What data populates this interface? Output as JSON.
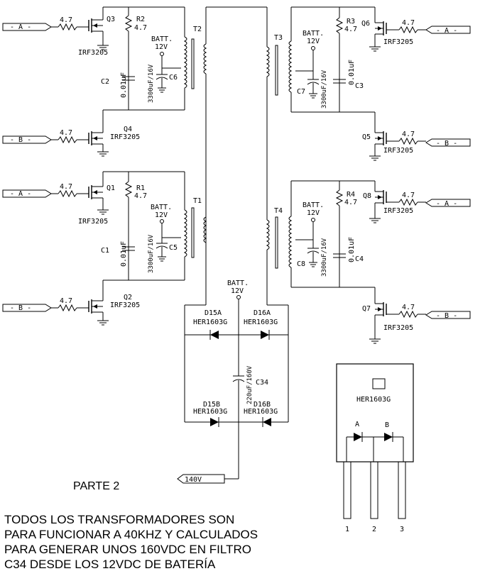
{
  "ports": {
    "a": "- A -",
    "b": "- B -",
    "out": "140V"
  },
  "labels": {
    "gate_resistor": "4.7",
    "mosfet_part": "IRF3205",
    "batt_line1": "BATT.",
    "batt_line2": "12V",
    "snubber_cap": "0.01uF",
    "bulk_cap": "3300uF/16V",
    "filter_cap": "220uF/160V",
    "diode_part": "HER1603G"
  },
  "designators": {
    "q": [
      "Q1",
      "Q2",
      "Q3",
      "Q4",
      "Q5",
      "Q6",
      "Q7",
      "Q8"
    ],
    "r": [
      "R1",
      "R2",
      "R3",
      "R4"
    ],
    "c": [
      "C1",
      "C2",
      "C3",
      "C4",
      "C5",
      "C6",
      "C7",
      "C8",
      "C34"
    ],
    "t": [
      "T1",
      "T2",
      "T3",
      "T4"
    ],
    "d": [
      "D15A",
      "D15B",
      "D16A",
      "D16B"
    ]
  },
  "package": {
    "part": "HER1603G",
    "diode_a": "A",
    "diode_b": "B",
    "pins": [
      "1",
      "2",
      "3"
    ]
  },
  "title": "PARTE 2",
  "note_lines": [
    "TODOS LOS TRANSFORMADORES SON",
    "PARA FUNCIONAR A 40KHZ Y CALCULADOS",
    "PARA GENERAR UNOS 160VDC EN FILTRO",
    "C34 DESDE LOS 12VDC DE BATERÍA"
  ]
}
